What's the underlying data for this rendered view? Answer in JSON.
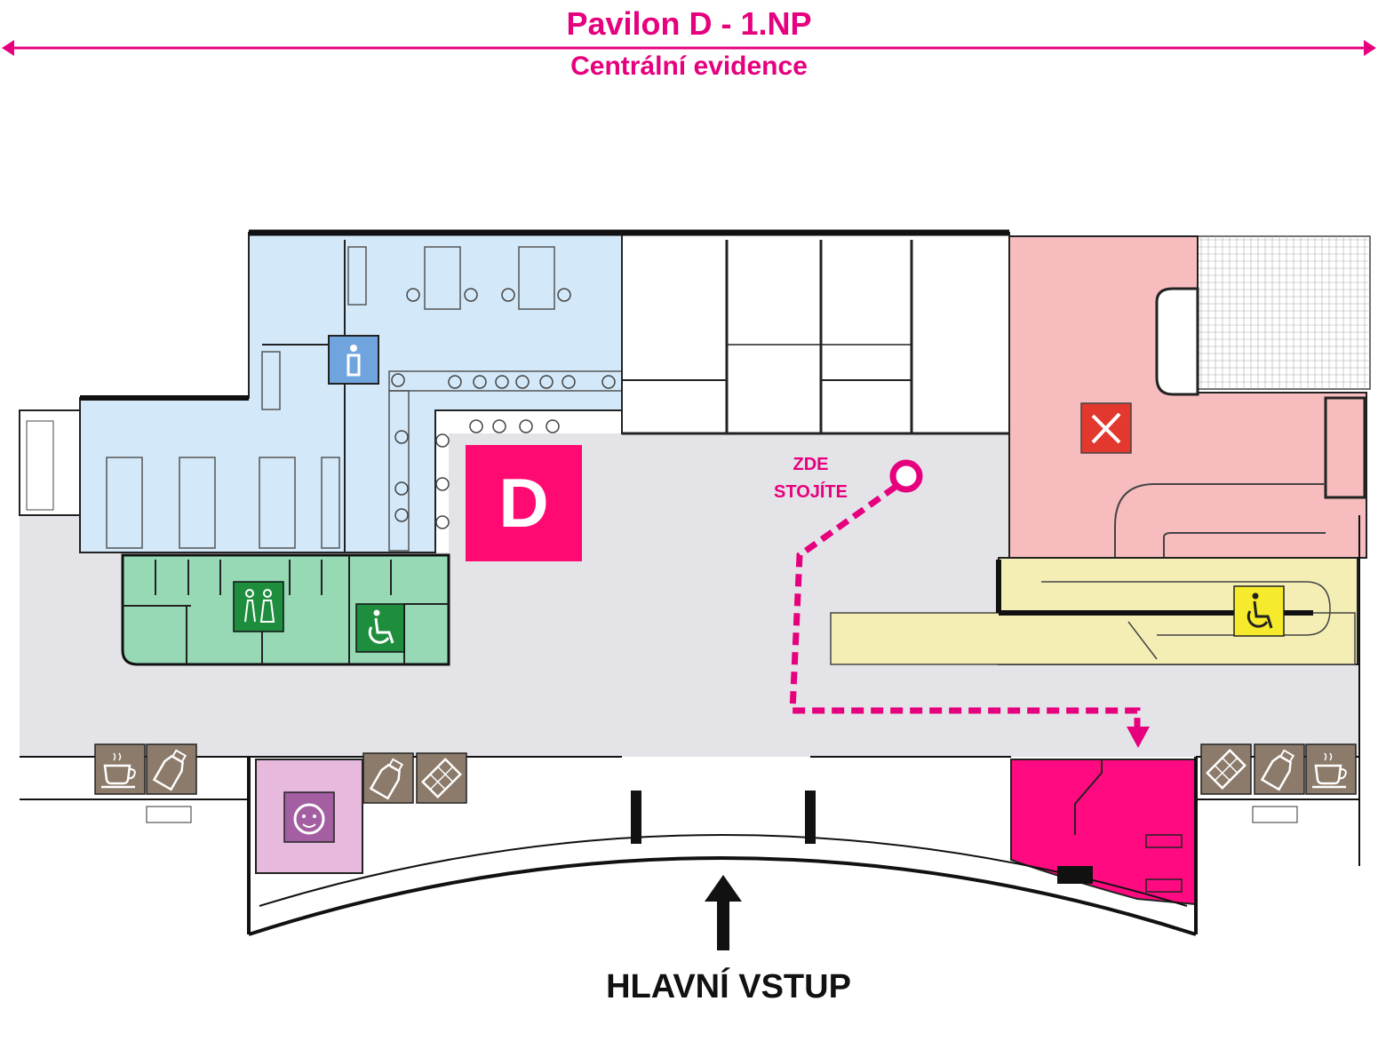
{
  "header": {
    "title": "Pavilon D - 1.NP",
    "subtitle": "Centrální evidence"
  },
  "pavilion_letter": "D",
  "you_are_here": {
    "line1": "ZDE",
    "line2": "STOJÍTE"
  },
  "main_entrance": "HLAVNÍ VSTUP",
  "colors": {
    "accent": "#e6007e",
    "office_blue": "#d3e9f9",
    "toilets_green": "#98d9b5",
    "restaurant_pink": "#f7bcbd",
    "ramp_yellow": "#f4eeb5",
    "destination_magenta": "#ff0a80",
    "baby_room_lilac": "#e7b9dc",
    "corridor_grey": "#e4e3e8",
    "kiosk_brown": "#8c7b6b"
  },
  "icons": [
    "info-icon",
    "toilets-icon",
    "wheelchair-icon",
    "restaurant-icon",
    "coffee-icon",
    "drink-bottle-icon",
    "chocolate-bar-icon",
    "baby-room-icon",
    "entrance-arrow-icon",
    "you-are-here-marker-icon"
  ]
}
